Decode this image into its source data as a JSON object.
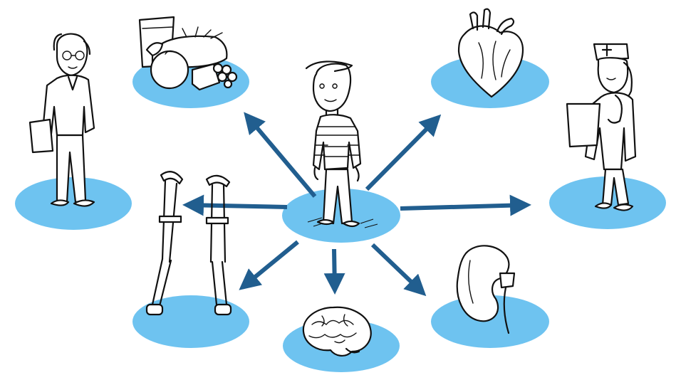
{
  "colors": {
    "platform": "#6ec3f0",
    "arrow": "#215e8f",
    "ink": "#111111",
    "background": "#ffffff"
  },
  "nodes": [
    {
      "id": "center",
      "icon": "boy-striped-shirt-icon"
    },
    {
      "id": "food",
      "icon": "food-basket-icon"
    },
    {
      "id": "heart",
      "icon": "heart-icon"
    },
    {
      "id": "doctor",
      "icon": "doctor-man-icon"
    },
    {
      "id": "nurse",
      "icon": "nurse-icon"
    },
    {
      "id": "crutches",
      "icon": "crutches-icon"
    },
    {
      "id": "brain",
      "icon": "brain-icon"
    },
    {
      "id": "kidney",
      "icon": "kidney-icon"
    }
  ],
  "edges": [
    {
      "from": "center",
      "to": "food"
    },
    {
      "from": "center",
      "to": "heart"
    },
    {
      "from": "center",
      "to": "doctor"
    },
    {
      "from": "center",
      "to": "nurse"
    },
    {
      "from": "center",
      "to": "crutches"
    },
    {
      "from": "center",
      "to": "brain"
    },
    {
      "from": "center",
      "to": "kidney"
    }
  ]
}
